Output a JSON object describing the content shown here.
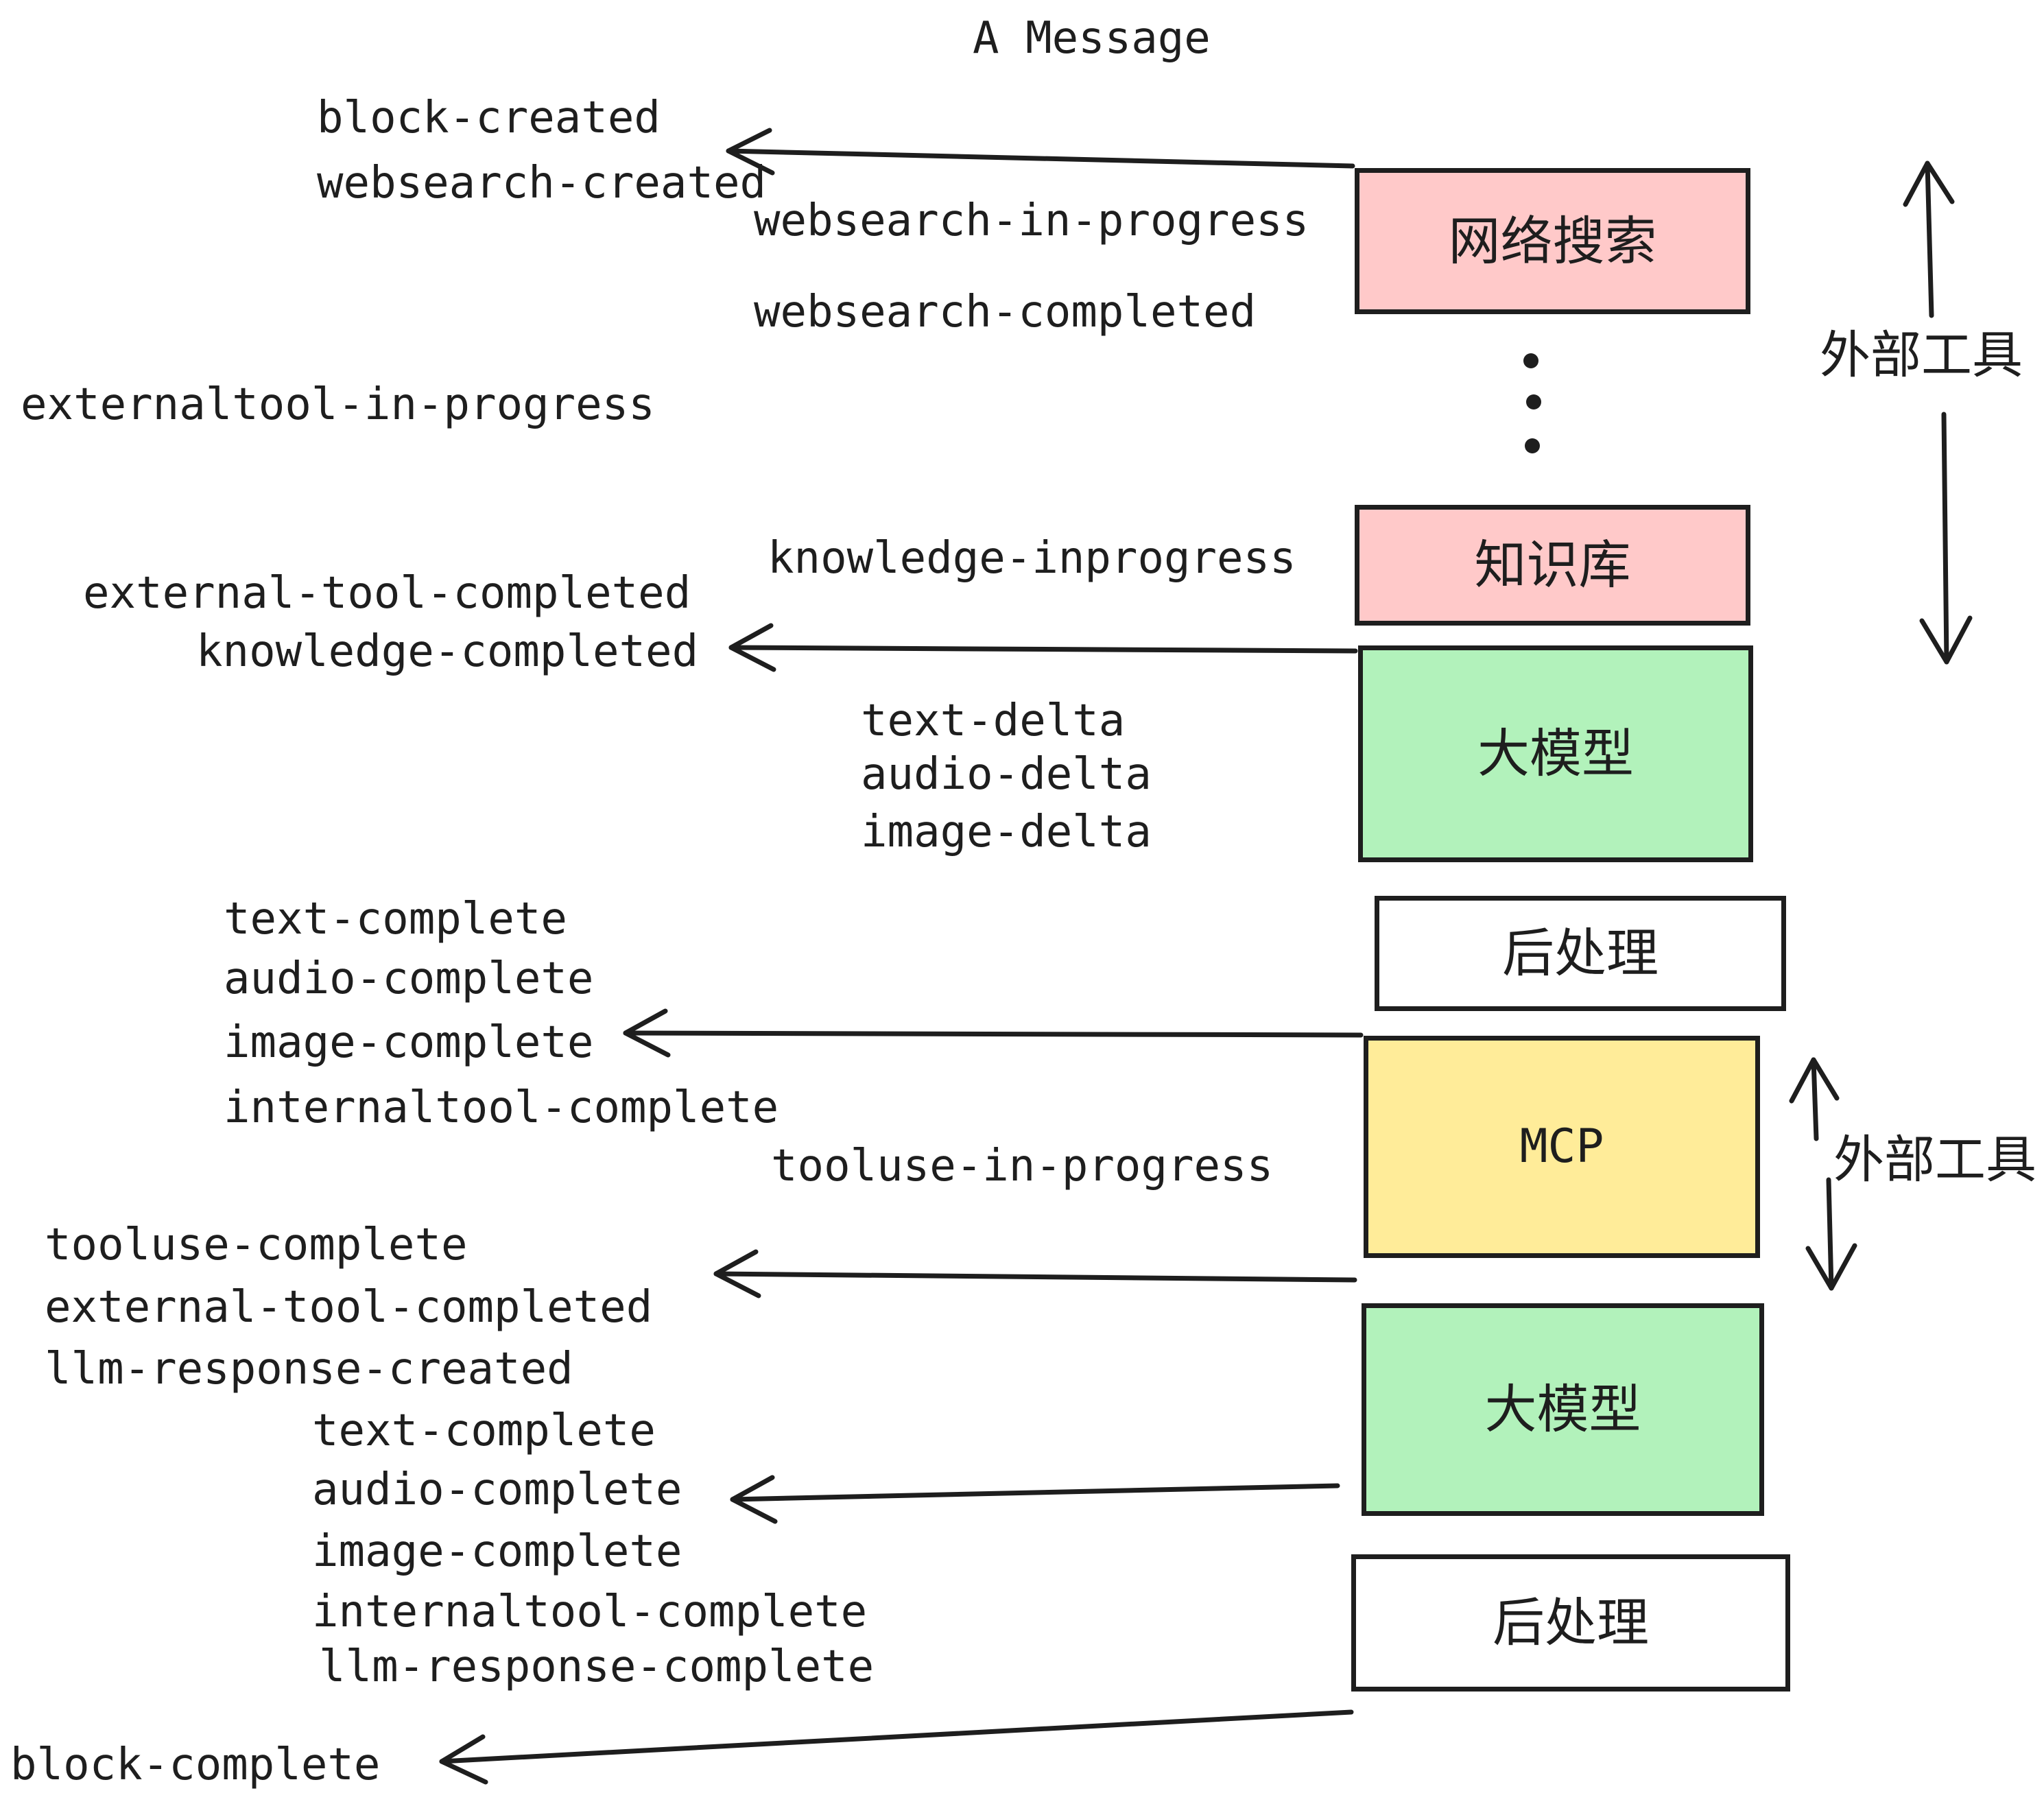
{
  "title": "A Message",
  "colors": {
    "pink": "#ffc9c9",
    "green": "#b2f2bb",
    "yellow": "#ffec99",
    "white": "#ffffff",
    "stroke": "#1e1e1e"
  },
  "boxes": {
    "websearch": {
      "label": "网络搜索"
    },
    "knowledge": {
      "label": "知识库"
    },
    "llm1": {
      "label": "大模型"
    },
    "post1": {
      "label": "后处理"
    },
    "mcp": {
      "label": "MCP"
    },
    "llm2": {
      "label": "大模型"
    },
    "post2": {
      "label": "后处理"
    }
  },
  "side_labels": {
    "external_tools_top": "外部工具",
    "external_tools_mid": "外部工具"
  },
  "events": {
    "block_created": "block-created",
    "websearch_created": "websearch-created",
    "websearch_in_progress": "websearch-in-progress",
    "websearch_completed": "websearch-completed",
    "externaltool_in_progress": "externaltool-in-progress",
    "knowledge_inprogress": "knowledge-inprogress",
    "external_tool_completed_1": "external-tool-completed",
    "knowledge_completed": "knowledge-completed",
    "text_delta_1": "text-delta",
    "audio_delta_1": "audio-delta",
    "image_delta_1": "image-delta",
    "text_complete_1": "text-complete",
    "audio_complete_1": "audio-complete",
    "image_complete_1": "image-complete",
    "internaltool_complete_1": "internaltool-complete",
    "tooluse_in_progress": "tooluse-in-progress",
    "tooluse_complete": "tooluse-complete",
    "external_tool_completed_2": "external-tool-completed",
    "llm_response_created": "llm-response-created",
    "text_complete_2": "text-complete",
    "audio_complete_2": "audio-complete",
    "image_complete_2": "image-complete",
    "internaltool_complete_2": "internaltool-complete",
    "llm_response_complete": "llm-response-complete",
    "block_complete": "block-complete"
  }
}
